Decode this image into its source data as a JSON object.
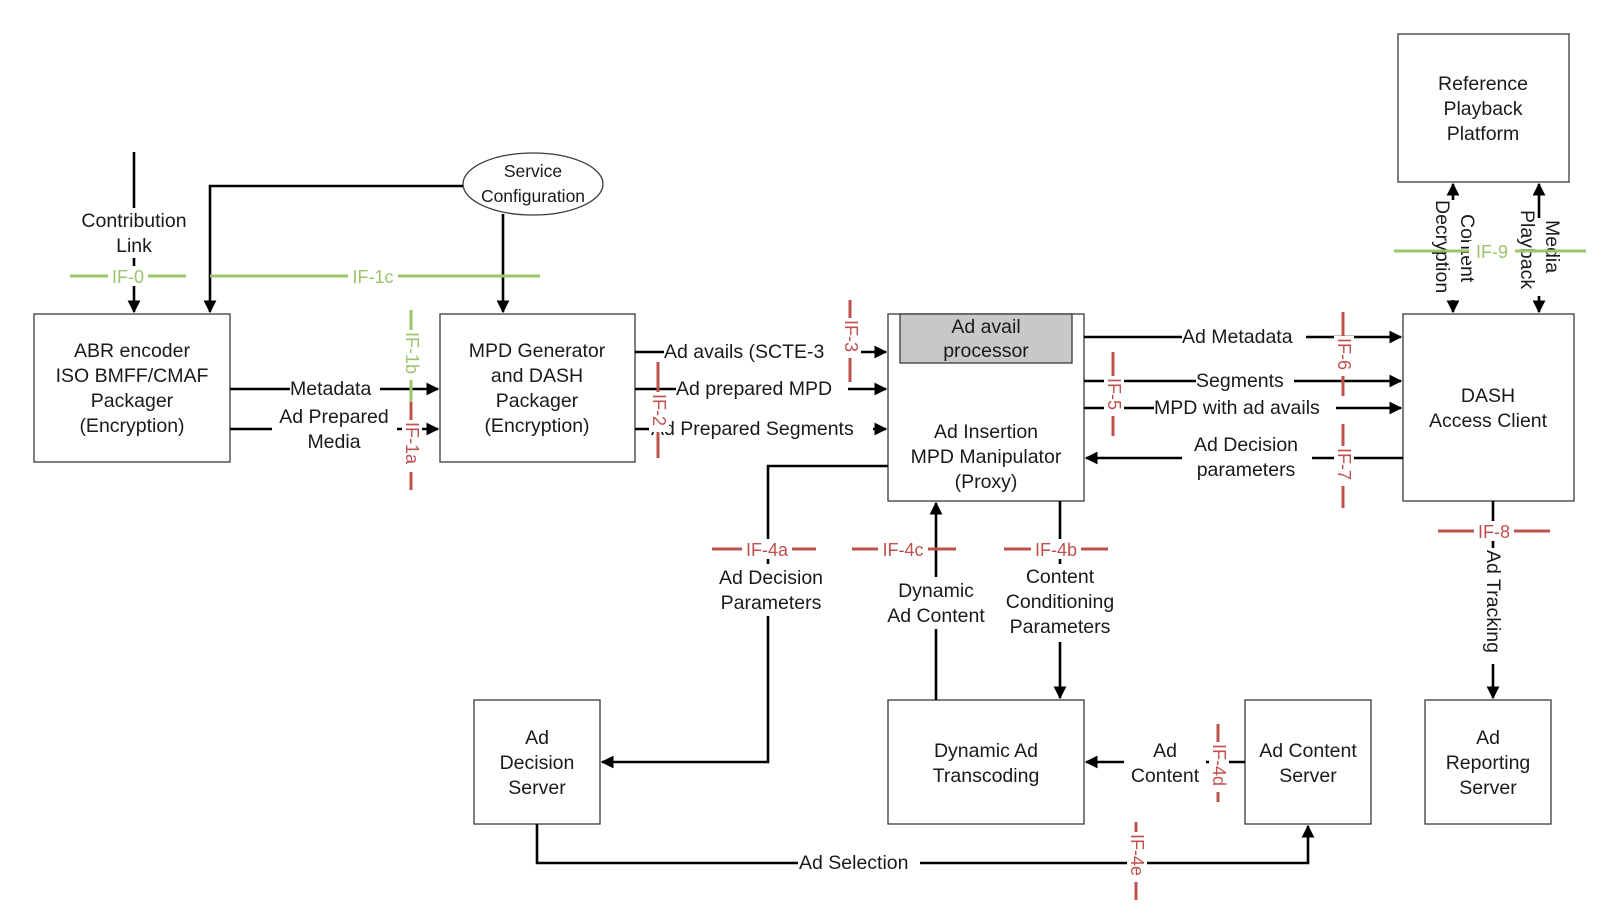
{
  "nodes": {
    "abr_encoder": [
      "ABR encoder",
      "ISO BMFF/CMAF",
      "Packager",
      "(Encryption)"
    ],
    "mpd_generator": [
      "MPD Generator",
      "and DASH",
      "Packager",
      "(Encryption)"
    ],
    "ad_avail_processor": [
      "Ad avail",
      "processor"
    ],
    "ad_insertion": [
      "Ad Insertion",
      "MPD Manipulator",
      "(Proxy)"
    ],
    "dash_client": [
      "DASH",
      "Access Client"
    ],
    "reference_playback": [
      "Reference",
      "Playback",
      "Platform"
    ],
    "ad_decision_server": [
      "Ad",
      "Decision",
      "Server"
    ],
    "dynamic_ad_transcoding": [
      "Dynamic Ad",
      "Transcoding"
    ],
    "ad_content_server": [
      "Ad Content",
      "Server"
    ],
    "ad_reporting_server": [
      "Ad",
      "Reporting",
      "Server"
    ],
    "service_configuration": [
      "Service",
      "Configuration"
    ]
  },
  "edge_labels": {
    "contribution_link": [
      "Contribution",
      "Link"
    ],
    "metadata": "Metadata",
    "ad_prepared_media": [
      "Ad Prepared",
      "Media"
    ],
    "ad_avails": "Ad avails (SCTE-3",
    "ad_prepared_mpd": "Ad prepared MPD",
    "ad_prepared_segments": "Ad Prepared Segments",
    "ad_metadata": "Ad Metadata",
    "segments": "Segments",
    "mpd_with_ad_avails": "MPD with ad avails",
    "ad_decision_params_client": [
      "Ad Decision",
      "parameters"
    ],
    "ad_decision_params_server": [
      "Ad Decision",
      "Parameters"
    ],
    "dynamic_ad_content": [
      "Dynamic",
      "Ad Content"
    ],
    "content_conditioning": [
      "Content",
      "Conditioning",
      "Parameters"
    ],
    "ad_content": [
      "Ad",
      "Content"
    ],
    "ad_selection": "Ad Selection",
    "ad_tracking": "Ad Tracking",
    "content_decryption": [
      "Content",
      "Decryption"
    ],
    "media_playback": [
      "Media",
      "Playback"
    ]
  },
  "interfaces": {
    "if0": "IF-0",
    "if1a": "IF-1a",
    "if1b": "IF-1b",
    "if1c": "IF-1c",
    "if2": "IF-2",
    "if3": "IF-3",
    "if4a": "IF-4a",
    "if4b": "IF-4b",
    "if4c": "IF-4c",
    "if4d": "IF-4d",
    "if4e": "IF-4e",
    "if5": "IF-5",
    "if6": "IF-6",
    "if7": "IF-7",
    "if8": "IF-8",
    "if9": "IF-9"
  },
  "colors": {
    "green_interface": "#9bc46b",
    "red_interface": "#c0504d",
    "processor_fill": "#c8c8c8"
  }
}
